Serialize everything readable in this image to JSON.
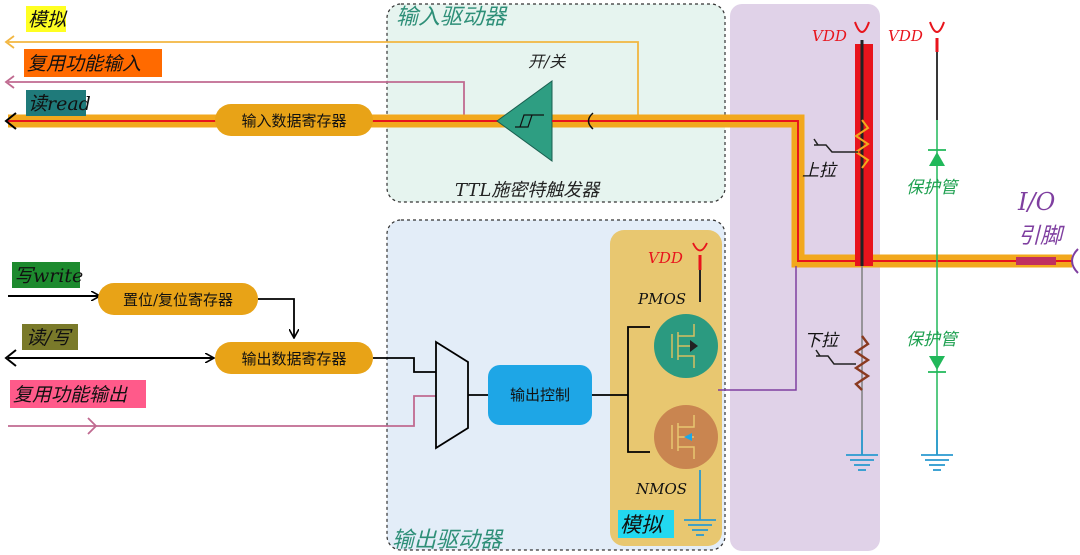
{
  "input_driver": {
    "title": "输入驱动器",
    "onoff": "开/关",
    "schmitt": "TTL施密特触发器",
    "register": "输入数据寄存器"
  },
  "output_driver": {
    "title": "输出驱动器",
    "set_reset": "置位/复位寄存器",
    "register": "输出数据寄存器",
    "control": "输出控制",
    "pmos": "PMOS",
    "nmos": "NMOS",
    "analog": "模拟",
    "vdd": "VDD"
  },
  "signals": {
    "analog": "模拟",
    "alt_in": "复用功能输入",
    "read": "读read",
    "write": "写write",
    "rw": "读/写",
    "alt_out": "复用功能输出"
  },
  "pin": {
    "vdd1": "VDD",
    "vdd2": "VDD",
    "pullup": "上拉",
    "pulldown": "下拉",
    "protect1": "保护管",
    "protect2": "保护管",
    "io": "I/O",
    "io_cn": "引脚"
  },
  "colors": {
    "input_bg": "#e6f4ef",
    "output_bg": "#e3edf8",
    "pin_bg": "#e0d2e8",
    "orange": "#f2a81d",
    "red": "#e8141c",
    "teal": "#2e9e82",
    "register": "#e8a317",
    "control": "#1ea6e6",
    "mos_box": "#e8c770",
    "pmos": "#2b9a80",
    "nmos": "#c98550",
    "protect": "#21b85a",
    "purple_wire": "#7f3fa0",
    "analog_tag": "#ffff22",
    "alt_in_tag": "#ff6a00",
    "read_tag": "#1f7a7a",
    "write_tag": "#1d8a2e",
    "rw_tag": "#7a7a2a",
    "alt_out_tag": "#ff5a8a"
  }
}
